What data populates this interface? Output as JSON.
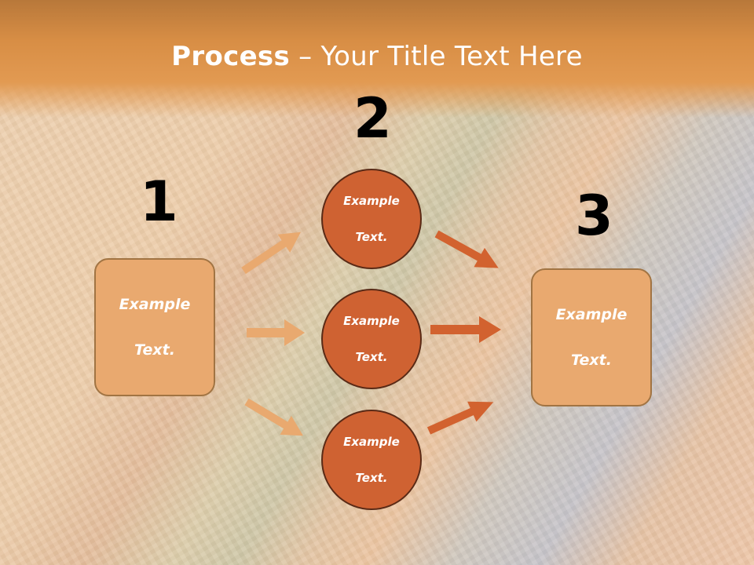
{
  "title": {
    "bold": "Process",
    "rest": " – Your Title Text Here"
  },
  "steps": {
    "one": "1",
    "two": "2",
    "three": "3"
  },
  "left_box": {
    "line1": "Example",
    "line2": "Text."
  },
  "right_box": {
    "line1": "Example",
    "line2": "Text."
  },
  "circles": [
    {
      "line1": "Example",
      "line2": "Text."
    },
    {
      "line1": "Example",
      "line2": "Text."
    },
    {
      "line1": "Example",
      "line2": "Text."
    }
  ],
  "colors": {
    "light_arrow": "#e9a96f",
    "dark_arrow": "#d2622f",
    "circle_fill": "#cf6232",
    "box_fill": "#e9a96f"
  }
}
